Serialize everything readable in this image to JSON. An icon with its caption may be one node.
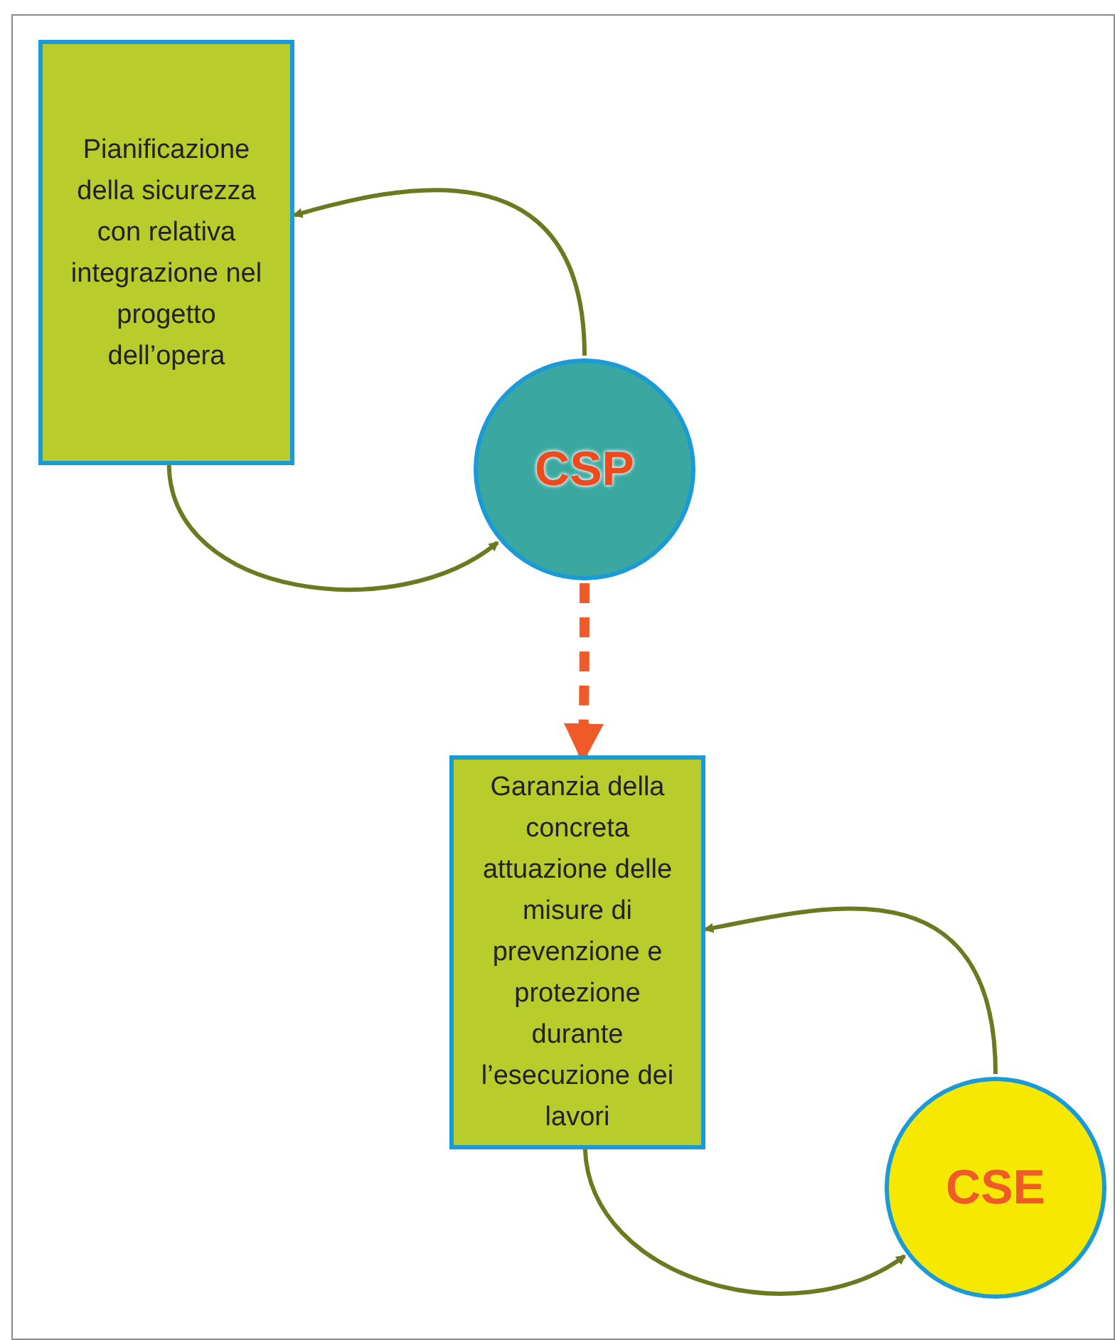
{
  "diagram": {
    "nodes": [
      {
        "text": [
          "Pianificazione della sicurezza con relativa integrazione nel progetto dell’opera"
        ]
      },
      {
        "text": [
          "CSP"
        ]
      },
      {
        "text": [
          "Garanzia della concreta attuazione delle misure di prevenzione e protezione durante l’esecuzione dei lavori"
        ]
      },
      {
        "text": [
          "CSE"
        ]
      }
    ],
    "edges": [
      {
        "from": 1,
        "to": 0,
        "arrow": "to"
      },
      {
        "from": 0,
        "to": 1,
        "arrow": "to"
      },
      {
        "from": 1,
        "to": 2,
        "arrow": "to",
        "style": "dashed",
        "color": "#f05a28"
      },
      {
        "from": 3,
        "to": 2,
        "arrow": "to"
      },
      {
        "from": 2,
        "to": 3,
        "arrow": "to"
      }
    ]
  }
}
